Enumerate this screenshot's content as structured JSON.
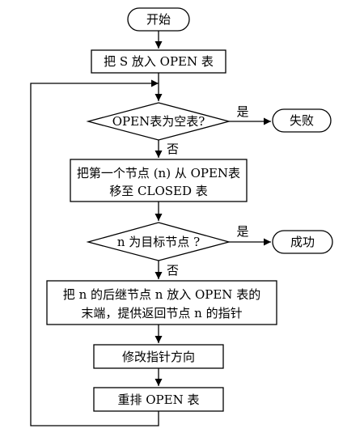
{
  "nodes": {
    "start": "开始",
    "init": "把 S 放入 OPEN 表",
    "check_empty": "OPEN表为空表?",
    "fail": "失败",
    "move_line1": "把第一个节点 (n) 从 OPEN表",
    "move_line2": "移至 CLOSED 表",
    "check_goal": "n 为目标节点 ?",
    "success": "成功",
    "expand_line1": "把 n 的后继节点 n 放入 OPEN 表的",
    "expand_line2": "末端，提供返回节点 n 的指针",
    "modify": "修改指针方向",
    "reorder": "重排 OPEN 表"
  },
  "edges": {
    "yes_label": "是",
    "no_label": "否"
  }
}
